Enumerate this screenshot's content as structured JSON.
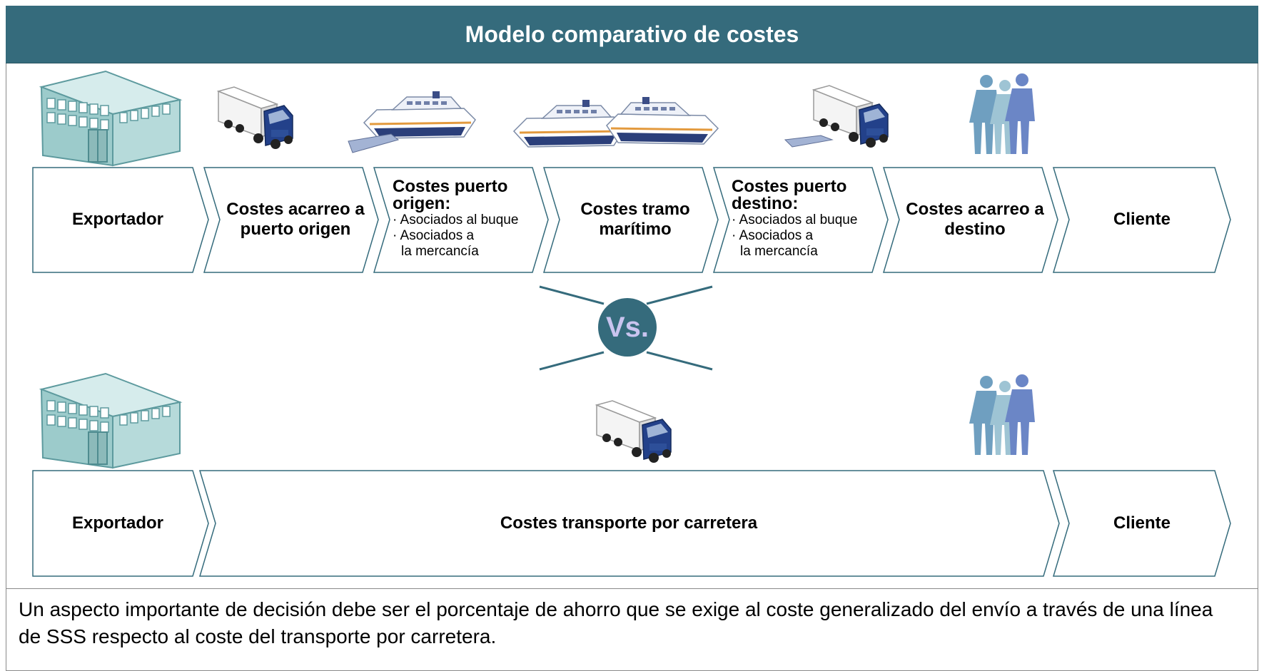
{
  "header": {
    "title": "Modelo comparativo de costes"
  },
  "flow_sss": {
    "steps": [
      {
        "label": "Exportador"
      },
      {
        "label": "Costes acarreo a puerto origen"
      },
      {
        "title": "Costes puerto origen:",
        "bullets": [
          "· Asociados al buque",
          "· Asociados a",
          "la mercancía"
        ]
      },
      {
        "label": "Costes tramo marítimo"
      },
      {
        "title": "Costes puerto destino:",
        "bullets": [
          "· Asociados al buque",
          "· Asociados a",
          "la mercancía"
        ]
      },
      {
        "label": "Costes acarreo a destino"
      },
      {
        "label": "Cliente"
      }
    ]
  },
  "vs": {
    "label": "Vs."
  },
  "flow_road": {
    "steps": [
      {
        "label": "Exportador"
      },
      {
        "label": "Costes transporte por carretera"
      },
      {
        "label": "Cliente"
      }
    ]
  },
  "note": {
    "text": "Un aspecto importante de decisión debe ser el porcentaje de ahorro que se exige al coste generalizado del  envío a través de una línea de SSS respecto al coste del transporte por carretera."
  },
  "colors": {
    "header_bg": "#356b7c",
    "chevron_stroke": "#356b7c",
    "vs_text": "#c9c4ef",
    "building": "#9ccbcb",
    "people": [
      "#6f9fc0",
      "#9ec4d4",
      "#6b86c6"
    ]
  },
  "icons": [
    "warehouse-icon",
    "truck-icon",
    "ferry-icon",
    "people-icon"
  ]
}
